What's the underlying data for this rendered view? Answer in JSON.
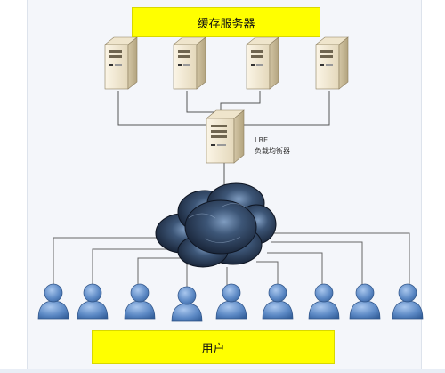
{
  "diagram": {
    "top_label": "缓存服务器",
    "bottom_label": "用户",
    "load_balancer": {
      "line1": "LBE",
      "line2": "负载均衡器"
    },
    "cache_server_count": 4,
    "user_count": 9,
    "colors": {
      "banner": "#ffff00",
      "line": "#555555",
      "server_light": "#f3ead6",
      "server_dark": "#cdbf9f",
      "cloud_dark": "#1e2c44",
      "user": "#5b88c4"
    },
    "icons": {
      "server": "server-tower-icon",
      "cloud": "network-cloud-icon",
      "user": "user-person-icon"
    }
  }
}
